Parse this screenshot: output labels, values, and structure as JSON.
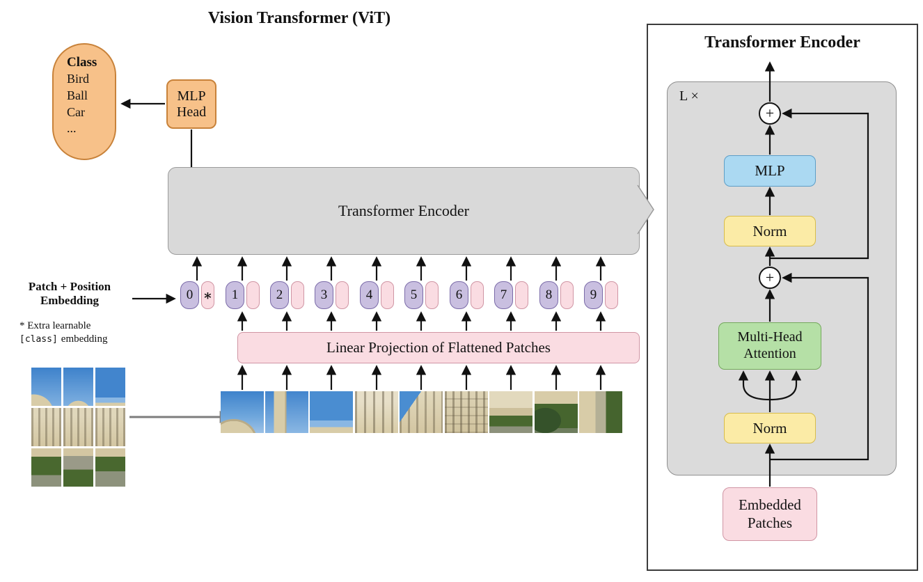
{
  "title": "Vision Transformer (ViT)",
  "class_bubble": {
    "header": "Class",
    "items": [
      "Bird",
      "Ball",
      "Car",
      "..."
    ]
  },
  "mlp_head": {
    "line1": "MLP",
    "line2": "Head"
  },
  "encoder": {
    "label": "Transformer Encoder"
  },
  "embedding_label": {
    "line1": "Patch + Position",
    "line2": "Embedding"
  },
  "footnote": {
    "line1": "* Extra learnable",
    "code": "[class]",
    "suffix": "embedding"
  },
  "linear_projection": {
    "label": "Linear Projection of Flattened Patches"
  },
  "tokens": [
    {
      "number": "0",
      "patch": "∗"
    },
    {
      "number": "1",
      "patch": ""
    },
    {
      "number": "2",
      "patch": ""
    },
    {
      "number": "3",
      "patch": ""
    },
    {
      "number": "4",
      "patch": ""
    },
    {
      "number": "5",
      "patch": ""
    },
    {
      "number": "6",
      "patch": ""
    },
    {
      "number": "7",
      "patch": ""
    },
    {
      "number": "8",
      "patch": ""
    },
    {
      "number": "9",
      "patch": ""
    }
  ],
  "detail": {
    "title": "Transformer Encoder",
    "loop": "L ×",
    "plus": "+",
    "mlp": "MLP",
    "norm_top": "Norm",
    "norm_bottom": "Norm",
    "mha": {
      "line1": "Multi-Head",
      "line2": "Attention"
    },
    "embedded": {
      "line1": "Embedded",
      "line2": "Patches"
    }
  },
  "colors": {
    "orange": "#f7c189",
    "orange_border": "#c8823a",
    "gray_box": "#d9d9d9",
    "pink": "#fadce2",
    "pink_border": "#d095a4",
    "purple": "#c9bfe0",
    "purple_border": "#7a6aa8",
    "yellow": "#fbeba6",
    "yellow_border": "#d8bc4a",
    "green": "#b5e0a6",
    "green_border": "#74a85c",
    "blue": "#abd9f2",
    "blue_border": "#5d9ec7"
  }
}
